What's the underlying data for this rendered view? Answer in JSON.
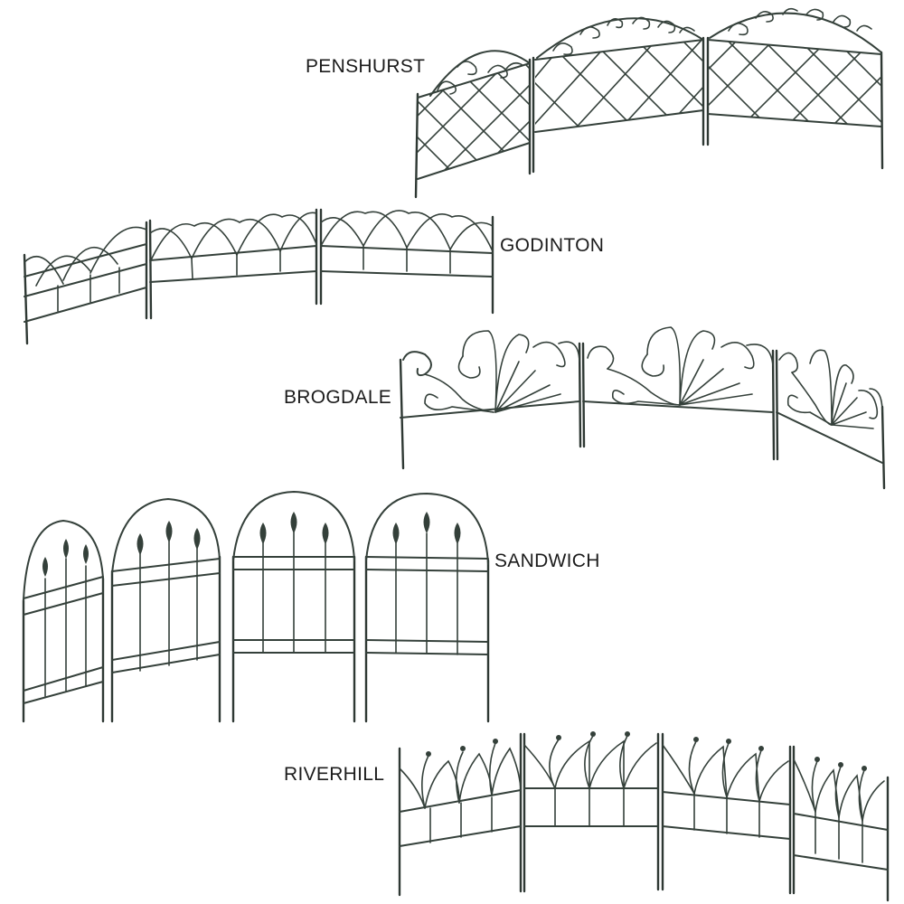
{
  "fence_styles": [
    {
      "id": "penshurst",
      "name": "PENSHURST"
    },
    {
      "id": "godinton",
      "name": "GODINTON"
    },
    {
      "id": "brogdale",
      "name": "BROGDALE"
    },
    {
      "id": "sandwich",
      "name": "SANDWICH"
    },
    {
      "id": "riverhill",
      "name": "RIVERHILL"
    }
  ],
  "colors": {
    "background": "#ffffff",
    "fence_metal": "#34403a",
    "label_text": "#1c1c1c"
  }
}
